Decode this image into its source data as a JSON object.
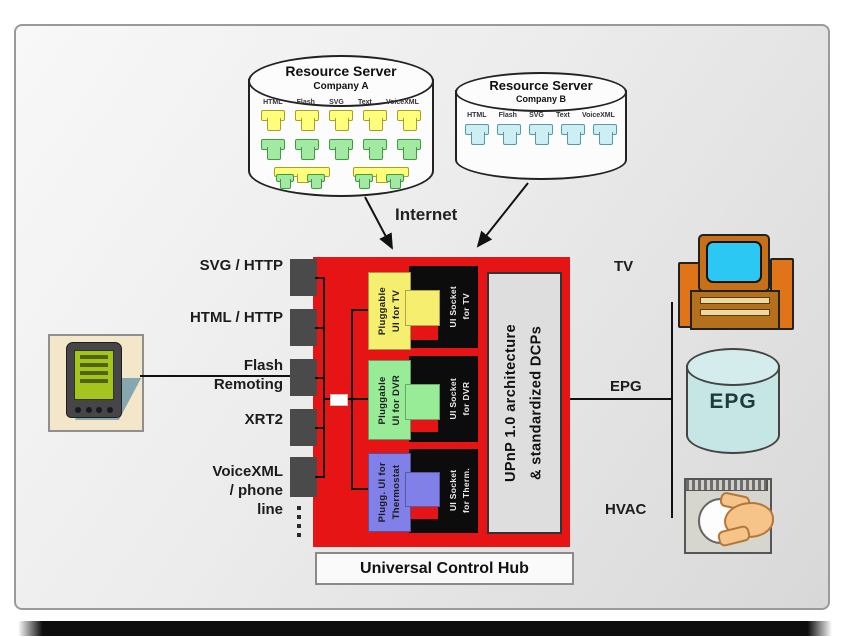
{
  "colors": {
    "hub_red": "#e61414",
    "socket_black": "#0c0c0c",
    "tv_plug_yellow": "#f6ee6e",
    "dvr_plug_green": "#98ec98",
    "thermostat_plug_purple": "#8080e8",
    "upnp_panel_gray": "#dedede",
    "connector_block_gray": "#4a4a4a",
    "epg_cylinder_blue": "#c6e6e6"
  },
  "servers": [
    {
      "title": "Resource Server",
      "company": "Company A",
      "formats": [
        "HTML",
        "Flash",
        "SVG",
        "Text",
        "VoiceXML"
      ]
    },
    {
      "title": "Resource Server",
      "company": "Company B",
      "formats": [
        "HTML",
        "Flash",
        "SVG",
        "Text",
        "VoiceXML"
      ]
    }
  ],
  "internet_label": "Internet",
  "protocol_labels": {
    "svg_http": "SVG / HTTP",
    "html_http": "HTML / HTTP",
    "flash_1": "Flash",
    "flash_2": "Remoting",
    "xrt2": "XRT2",
    "voicexml_1": "VoiceXML",
    "voicexml_2": "/ phone",
    "voicexml_3": "line"
  },
  "hub": {
    "modules": [
      {
        "plug_line1": "Pluggable",
        "plug_line2": "UI for TV",
        "socket_line1": "UI Socket",
        "socket_line2": "for TV"
      },
      {
        "plug_line1": "Pluggable",
        "plug_line2": "UI for DVR",
        "socket_line1": "UI Socket",
        "socket_line2": "for DVR"
      },
      {
        "plug_line1": "Plugg. UI for",
        "plug_line2": "Thermostat",
        "socket_line1": "UI Socket",
        "socket_line2": "for Therm."
      }
    ],
    "upnp_line1": "UPnP 1.0 architecture",
    "upnp_line2": "& standardized DCPs",
    "caption": "Universal Control Hub"
  },
  "right_labels": {
    "tv": "TV",
    "epg": "EPG",
    "hvac": "HVAC",
    "epg_cylinder": "EPG"
  }
}
